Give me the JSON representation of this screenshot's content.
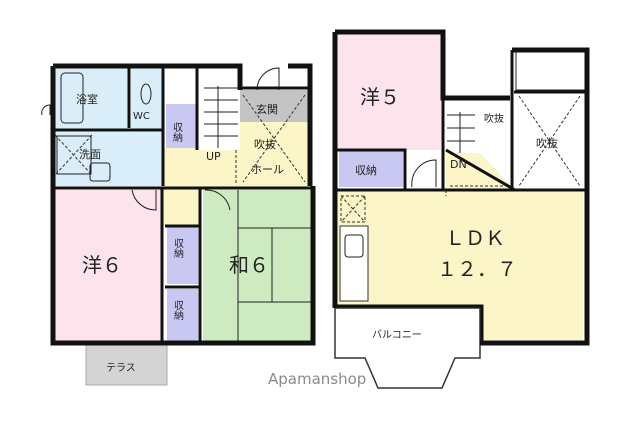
{
  "floor1": {
    "bathroom": "浴室",
    "wc": "WC",
    "storage_stair": "収納",
    "entrance": "玄関",
    "washroom": "洗面",
    "up": "UP",
    "atrium_hall_1": "吹抜",
    "atrium_hall_2": "ホール",
    "western_room": "洋６",
    "japanese_room": "和６",
    "storage_a": "収納",
    "storage_b": "収納",
    "terrace": "テラス"
  },
  "floor2": {
    "western_room": "洋５",
    "storage": "収納",
    "down": "DN",
    "atrium_small": "吹抜",
    "atrium_large": "吹抜",
    "ldk_label": "ＬＤＫ",
    "ldk_size": "１２．７",
    "balcony": "バルコニー"
  },
  "watermark": "Apamanshop",
  "colors": {
    "bath": "#d9eef9",
    "western": "#fde3ec",
    "japanese": "#cdeac0",
    "storage": "#c9c8f2",
    "hall": "#fbf5c8",
    "entrance": "#c4c4c4",
    "terrace": "#d4d4d4"
  }
}
